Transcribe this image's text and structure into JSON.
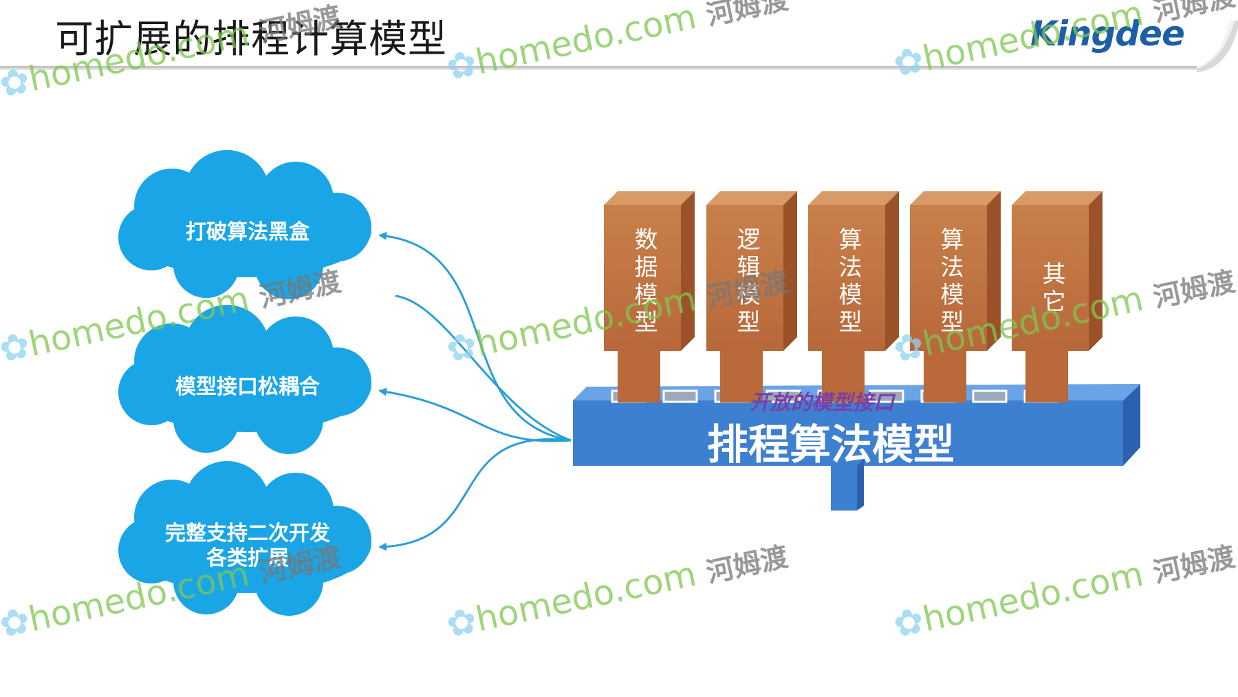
{
  "title": "可扩展的排程计算模型",
  "logo": "Kingdee",
  "clouds": [
    {
      "label": "打破算法黑盒"
    },
    {
      "label": "模型接口松耦合"
    },
    {
      "label": "完整支持二次开发\n各类扩展"
    }
  ],
  "columns": [
    {
      "label": "数据模型"
    },
    {
      "label": "逻辑模型"
    },
    {
      "label": "算法模型"
    },
    {
      "label": "算法模型"
    },
    {
      "label": "其它"
    }
  ],
  "base_label": "排程算法模型",
  "interface_label": "开放的模型接口",
  "watermark": {
    "text": "homedo.com",
    "cn": "河姆渡"
  },
  "colors": {
    "cloud": "#1aa6e6",
    "column": "#c2743d",
    "base": "#3d7fd1",
    "arrow": "#2a9fd6"
  }
}
